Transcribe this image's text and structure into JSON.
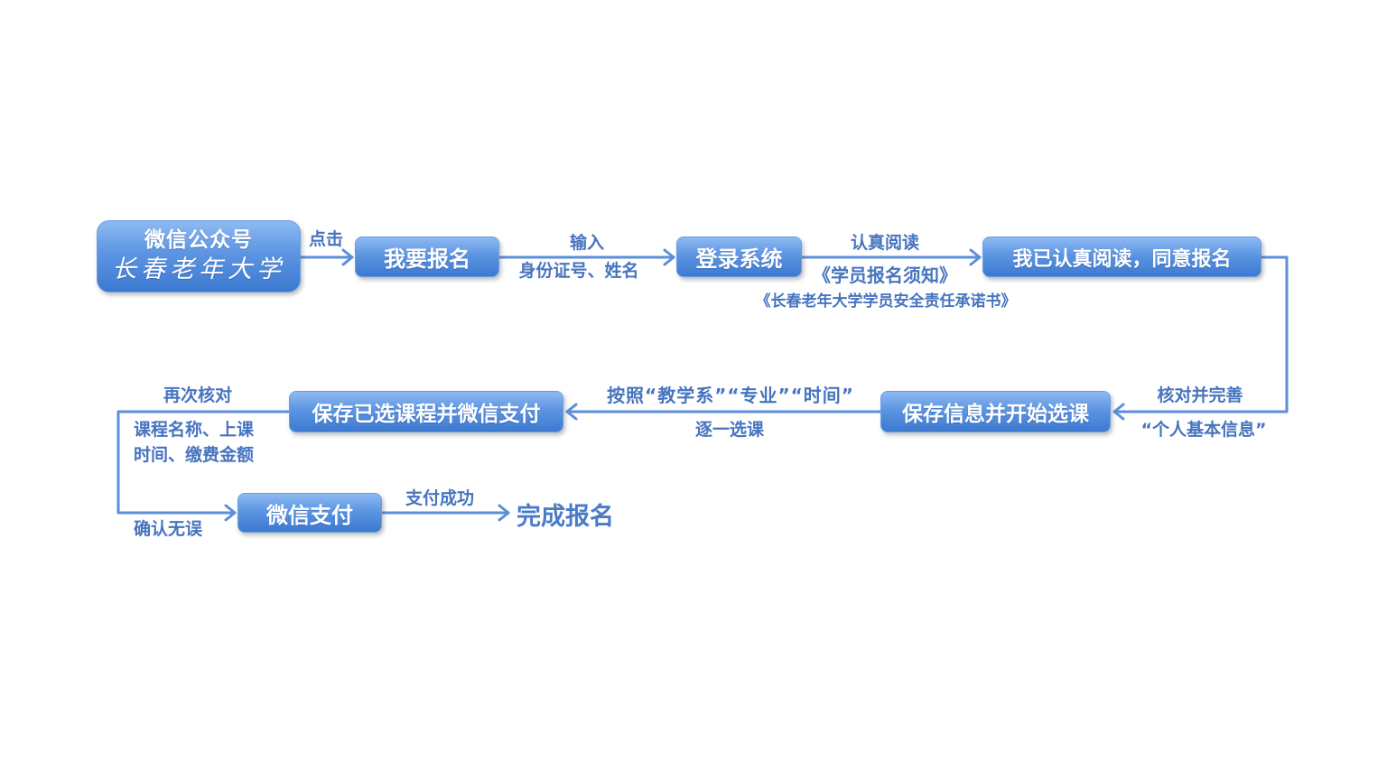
{
  "nodes": {
    "wechat": {
      "line1": "微信公众号",
      "line2": "长春老年大学"
    },
    "signup": "我要报名",
    "login": "登录系统",
    "agree": "我已认真阅读，同意报名",
    "save_info": "保存信息并开始选课",
    "save_pay": "保存已选课程并微信支付",
    "wechat_pay": "微信支付",
    "done": "完成报名"
  },
  "edges": {
    "click": "点击",
    "input_top": "输入",
    "input_bottom": "身份证号、姓名",
    "read_top": "认真阅读",
    "read_doc1": "《学员报名须知》",
    "read_doc2": "《长春老年大学学员安全责任承诺书》",
    "verify_top": "核对并完善",
    "verify_bottom": "“个人基本信息”",
    "select_top": "按照“教学系”“专业”“时间”",
    "select_bottom": "逐一选课",
    "recheck_top": "再次核对",
    "recheck_line1": "课程名称、上课",
    "recheck_line2": "时间、缴费金额",
    "recheck_bottom": "确认无误",
    "pay_success": "支付成功"
  },
  "colors": {
    "node_top": "#8dbaf2",
    "node_bottom": "#3c79d0",
    "line": "#5b8fd9",
    "label": "#4774bf",
    "done_text": "#4a7bc8"
  }
}
